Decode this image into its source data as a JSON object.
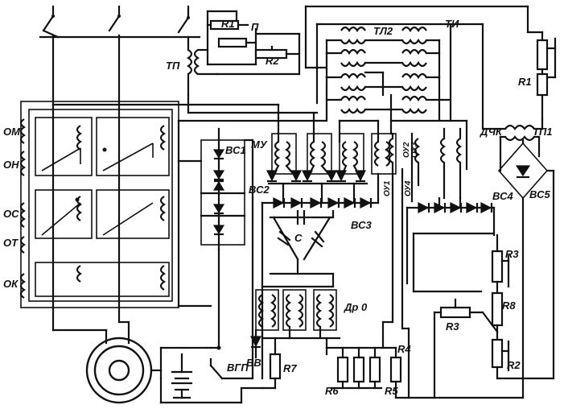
{
  "labels": {
    "r1_top": "R1",
    "p": "П",
    "r2": "R2",
    "tl2": "ТЛ2",
    "ti": "ТИ",
    "tp": "ТП",
    "r1_right": "R1",
    "om": "ОМ",
    "on": "ОН",
    "os": "ОС",
    "ot": "ОТ",
    "ok": "ОК",
    "mu": "МУ",
    "vs1": "ВС1",
    "vs2": "ВС2",
    "vs3": "ВС3",
    "vs4": "ВС4",
    "vs5": "ВС5",
    "dchk": "ДЧК",
    "tp1": "ТП1",
    "c": "С",
    "dr0": "Др 0",
    "ou1": "ОУ1",
    "ou2": "ОУ2",
    "ou3": "ОУ3",
    "ou4": "ОУ4",
    "r3_right": "R3",
    "r8": "R8",
    "r3_mid": "R3",
    "r2_right": "R2",
    "r4": "R4",
    "r5": "R5",
    "r6": "R6",
    "r7": "R7",
    "vb": "ВВ",
    "vgp": "ВГП"
  }
}
